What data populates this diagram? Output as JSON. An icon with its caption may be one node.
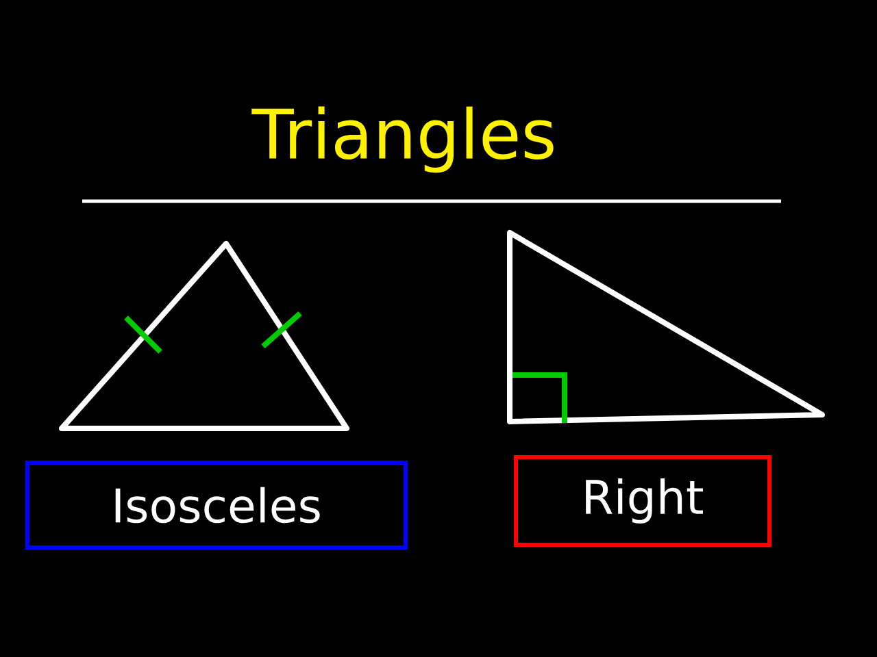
{
  "diagram": {
    "title": "Triangles",
    "nodes": [
      {
        "text": [
          "Isosceles"
        ]
      },
      {
        "text": [
          "Right"
        ]
      }
    ]
  }
}
